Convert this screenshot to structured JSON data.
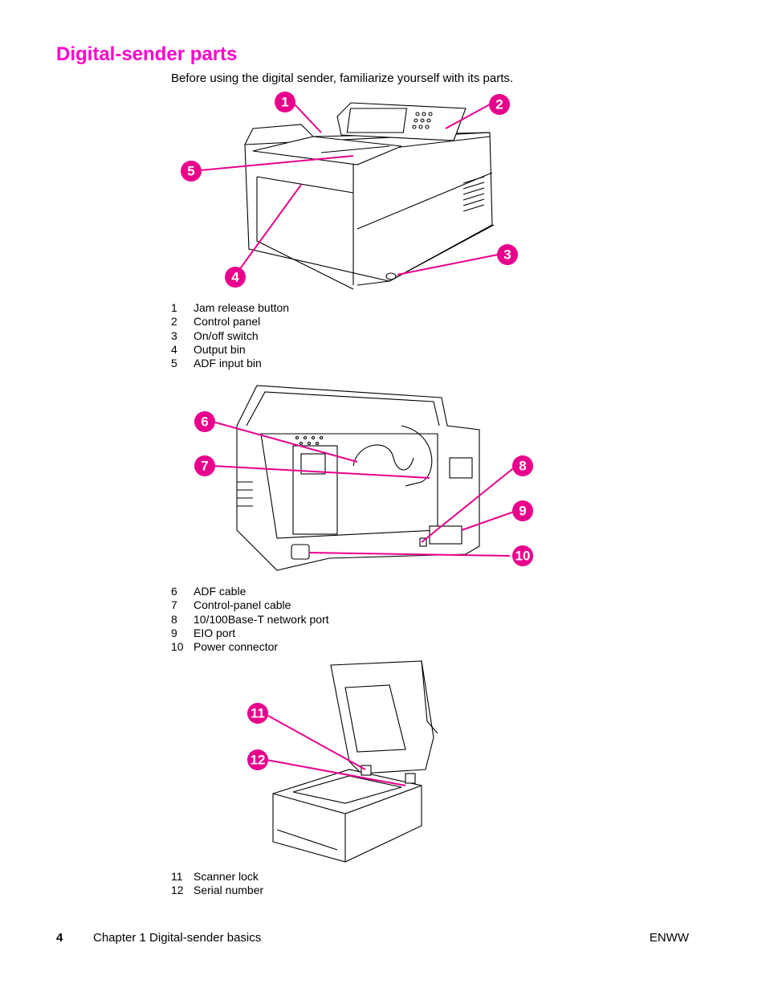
{
  "title": "Digital-sender parts",
  "intro": "Before using the digital sender, familiarize yourself with its parts.",
  "figure1": {
    "callouts": [
      "1",
      "2",
      "3",
      "4",
      "5"
    ],
    "legend": [
      {
        "num": "1",
        "label": "Jam release button"
      },
      {
        "num": "2",
        "label": "Control panel"
      },
      {
        "num": "3",
        "label": "On/off switch"
      },
      {
        "num": "4",
        "label": "Output bin"
      },
      {
        "num": "5",
        "label": "ADF input bin"
      }
    ]
  },
  "figure2": {
    "callouts": [
      "6",
      "7",
      "8",
      "9",
      "10"
    ],
    "legend": [
      {
        "num": "6",
        "label": "ADF cable"
      },
      {
        "num": "7",
        "label": "Control-panel cable"
      },
      {
        "num": "8",
        "label": "10/100Base-T network port"
      },
      {
        "num": "9",
        "label": "EIO port"
      },
      {
        "num": "10",
        "label": "Power connector"
      }
    ]
  },
  "figure3": {
    "callouts": [
      "11",
      "12"
    ],
    "legend": [
      {
        "num": "11",
        "label": "Scanner lock"
      },
      {
        "num": "12",
        "label": "Serial number"
      }
    ]
  },
  "footer": {
    "page_number": "4",
    "chapter": "Chapter 1  Digital-sender basics",
    "right": "ENWW"
  },
  "colors": {
    "accent": "#ff00cc",
    "callout": "#e8008c"
  }
}
